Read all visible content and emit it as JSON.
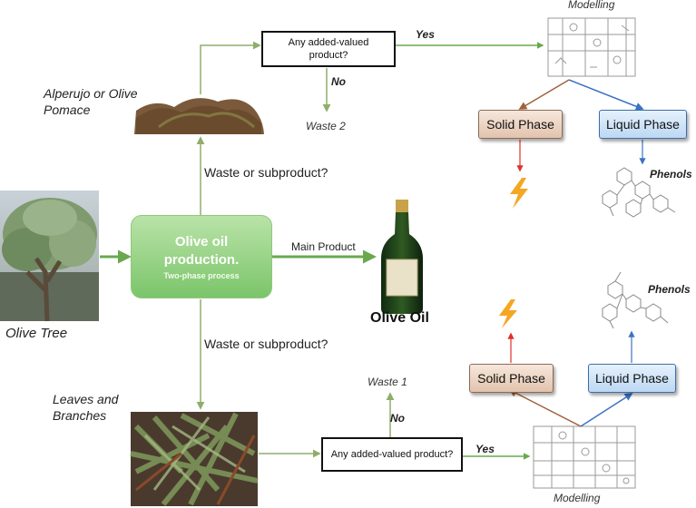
{
  "process": {
    "title": "Olive oil production.",
    "subtitle": "Two-phase process"
  },
  "labels": {
    "olive_tree": "Olive Tree",
    "alperujo": "Alperujo or Olive Pomace",
    "leaves": "Leaves and Branches",
    "olive_oil": "Olive Oil",
    "main_product": "Main Product",
    "waste_question_top": "Waste or subproduct?",
    "waste_question_bottom": "Waste or subproduct?",
    "modelling_top": "Modelling",
    "modelling_bottom": "Modelling",
    "phenols_top": "Phenols",
    "phenols_bottom": "Phenols"
  },
  "top_branch": {
    "question": "Any added-valued product?",
    "yes": "Yes",
    "no": "No",
    "waste": "Waste 2",
    "solid": "Solid Phase",
    "liquid": "Liquid Phase"
  },
  "bottom_branch": {
    "question": "Any added-valued product?",
    "yes": "Yes",
    "no": "No",
    "waste": "Waste 1",
    "solid": "Solid Phase",
    "liquid": "Liquid Phase"
  },
  "colors": {
    "green_arrow": "#6aa84f",
    "olive_arrow": "#8fae6a",
    "brown_arrow": "#a0613a",
    "blue_arrow": "#3b73c4",
    "red_arrow": "#e0302a",
    "lightning": "#f5a623"
  },
  "icons": [
    "olive-tree-photo",
    "pomace-mound",
    "leaves-photo",
    "olive-oil-bottle",
    "lightning-icon",
    "molecule-structure",
    "process-schematic"
  ]
}
